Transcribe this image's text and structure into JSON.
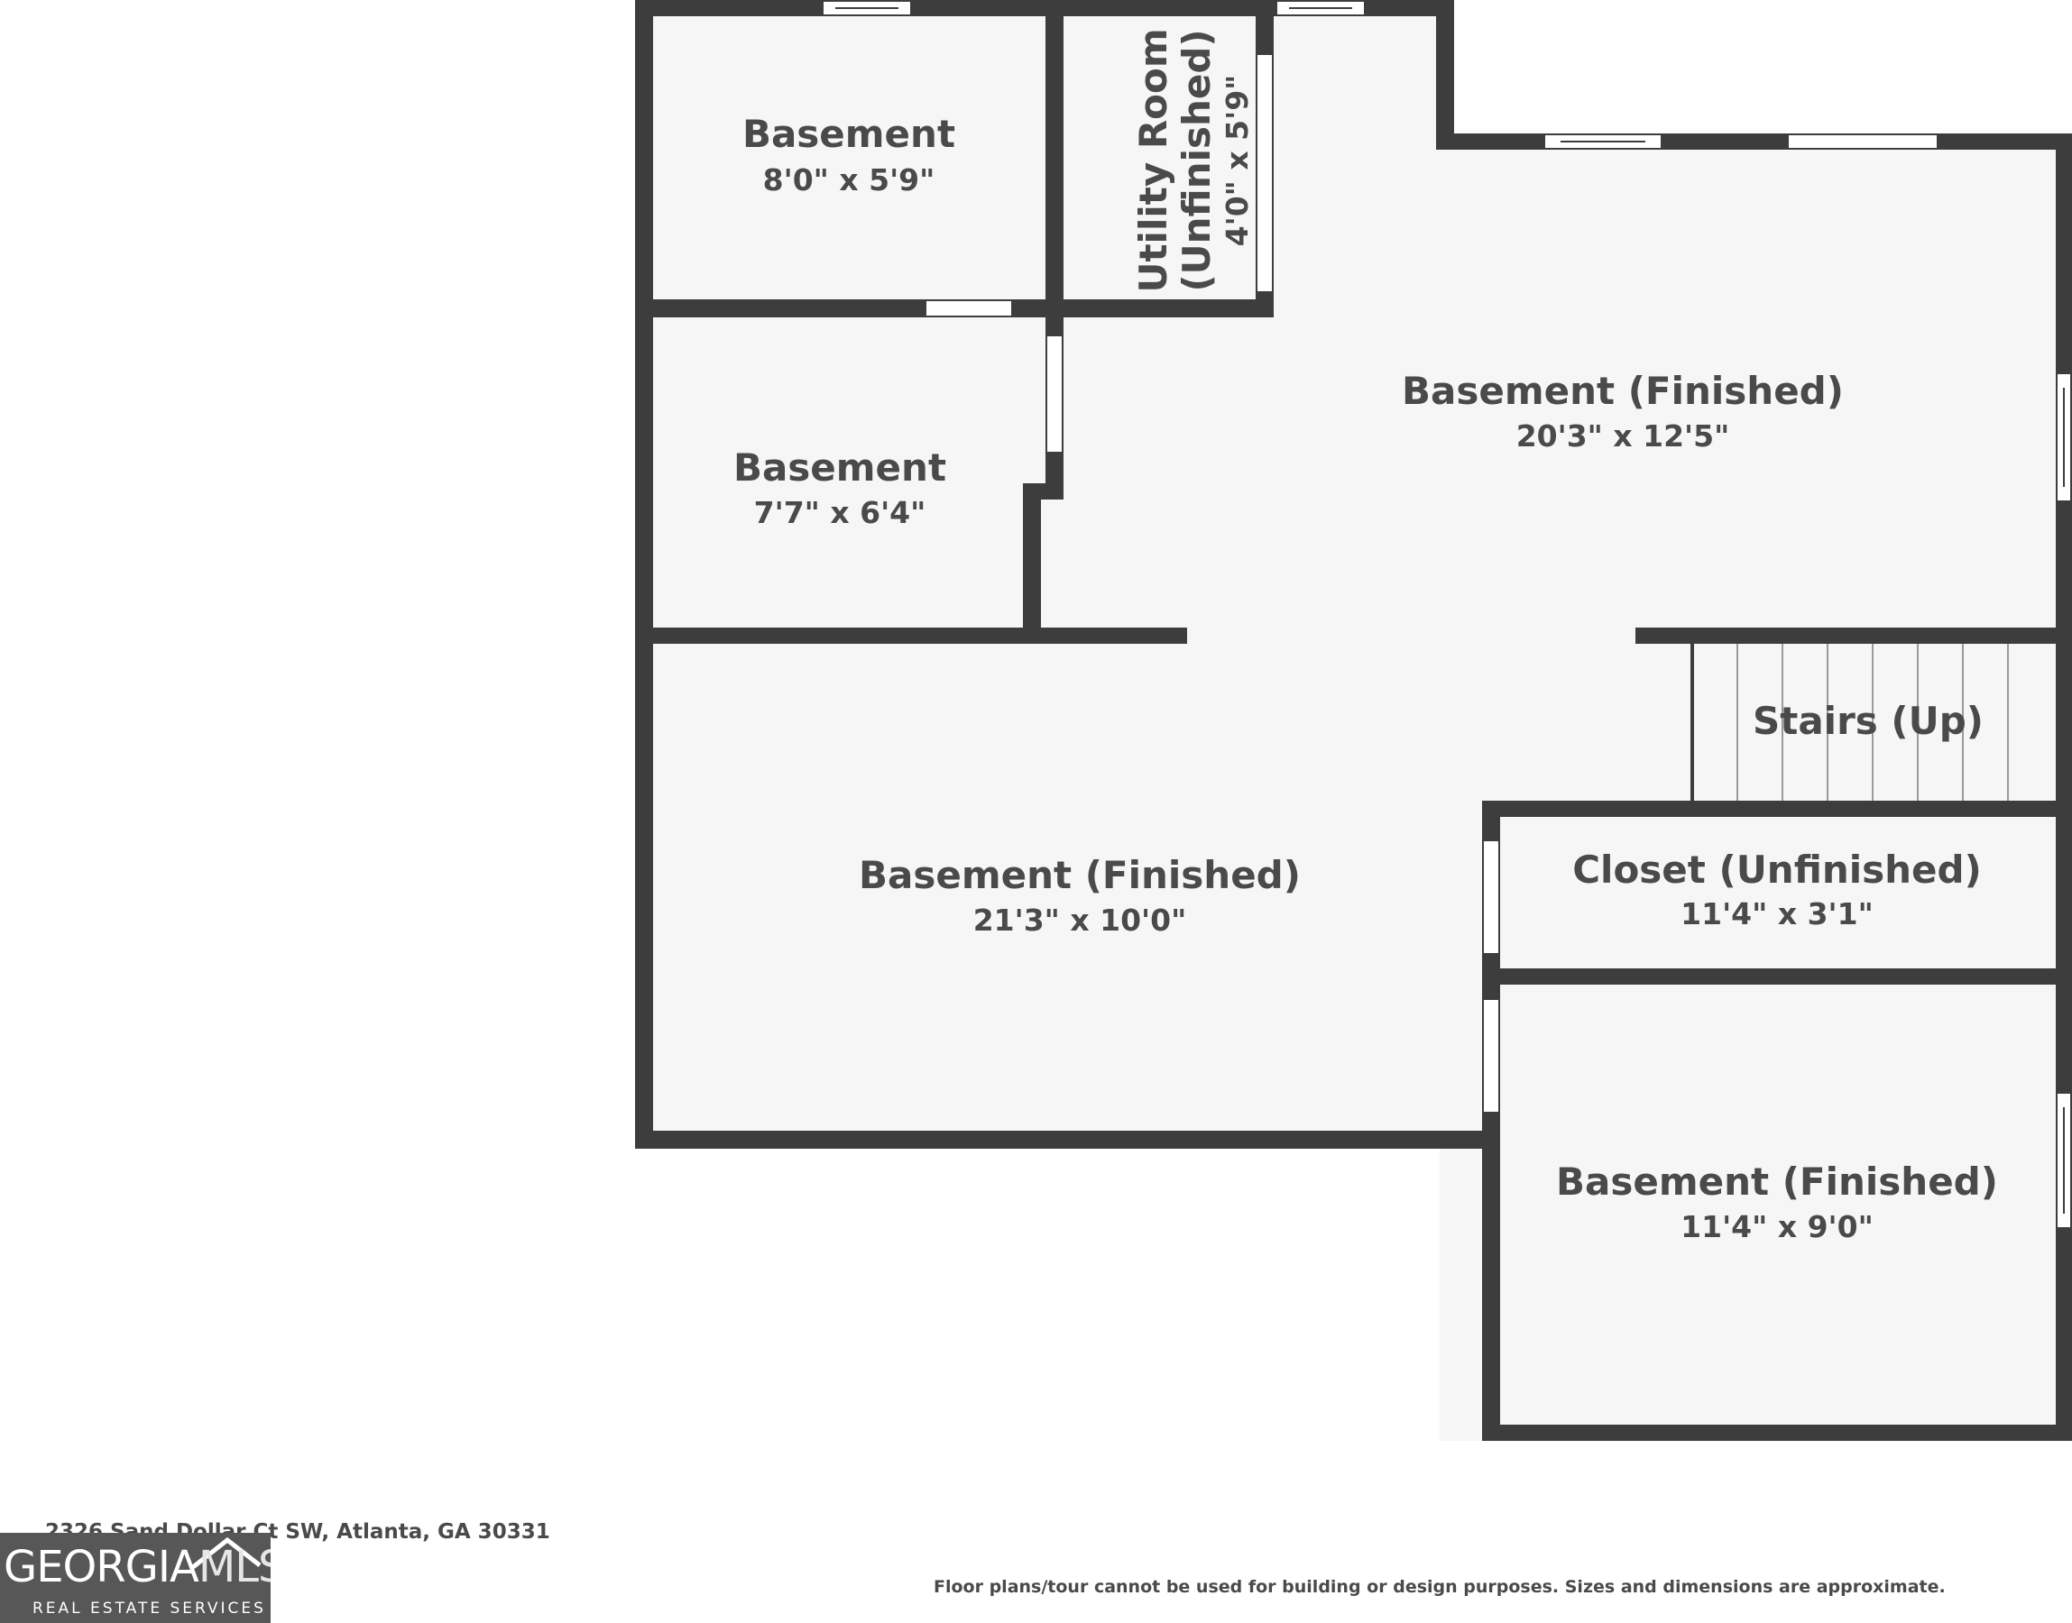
{
  "rooms": [
    {
      "name": "Basement",
      "dims": "8'0\" x 5'9\""
    },
    {
      "name": "Utility Room",
      "name2": "(Unfinished)",
      "dims": "4'0\" x 5'9\""
    },
    {
      "name": "Basement (Finished)",
      "dims": "20'3\" x 12'5\""
    },
    {
      "name": "Basement",
      "dims": "7'7\" x 6'4\""
    },
    {
      "name": "Stairs (Up)"
    },
    {
      "name": "Basement (Finished)",
      "dims": "21'3\" x 10'0\""
    },
    {
      "name": "Closet (Unfinished)",
      "dims": "11'4\" x 3'1\""
    },
    {
      "name": "Basement (Finished)",
      "dims": "11'4\" x 9'0\""
    }
  ],
  "address": "2326 Sand Dollar Ct SW, Atlanta, GA 30331",
  "disclaimer": "Floor plans/tour cannot be used for building or design purposes. Sizes and dimensions are approximate.",
  "logo": {
    "brand_main": "GEORGIA",
    "brand_accent": "MLS",
    "tagline": "REAL ESTATE SERVICES"
  },
  "colors": {
    "wall": "#3d3d3d",
    "floor": "#f6f6f6",
    "text": "#4a4a4a"
  }
}
